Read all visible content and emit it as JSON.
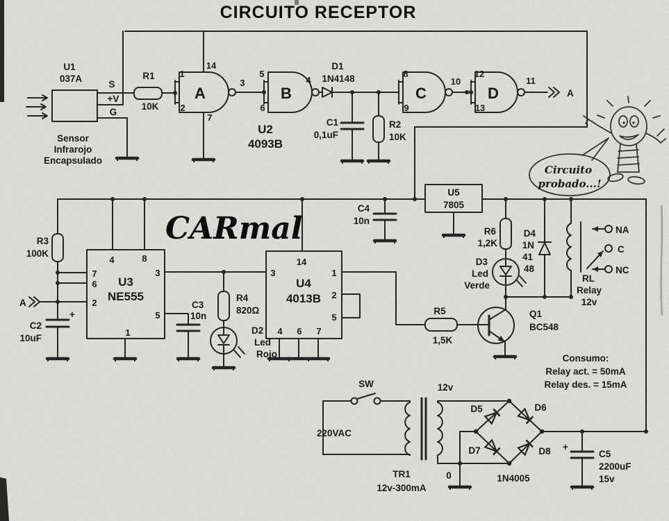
{
  "colors": {
    "ink": "#2a2a2a",
    "paper": "#faf9f4"
  },
  "title": "CIRCUITO RECEPTOR",
  "watermark": "CARmal",
  "cartoon": {
    "speech1": "Circuito",
    "speech2": "probado...!"
  },
  "sensor": {
    "ref": "U1",
    "part": "037A",
    "pin_s": "S",
    "pin_v": "+V",
    "pin_g": "G",
    "desc1": "Sensor",
    "desc2": "Infrarojo",
    "desc3": "Encapsulado"
  },
  "r1": {
    "ref": "R1",
    "value": "10K"
  },
  "u2": {
    "ref": "U2",
    "part": "4093B"
  },
  "gate_a": {
    "label": "A",
    "in1": "1",
    "in2": "2",
    "out": "3",
    "vcc": "14",
    "gnd": "7"
  },
  "gate_b": {
    "label": "B",
    "in1": "5",
    "in2": "6",
    "out": "4"
  },
  "gate_c": {
    "label": "C",
    "in1": "8",
    "in2": "9",
    "out": "10"
  },
  "gate_d": {
    "label": "D",
    "in1": "12",
    "in2": "13",
    "out": "11"
  },
  "d1": {
    "ref": "D1",
    "part": "1N4148"
  },
  "c1": {
    "ref": "C1",
    "value": "0,1uF"
  },
  "r2": {
    "ref": "R2",
    "value": "10K"
  },
  "net_a_out": "A",
  "net_a_in": "A",
  "u5": {
    "ref": "U5",
    "part": "7805"
  },
  "c4": {
    "ref": "C4",
    "value": "10n"
  },
  "r3": {
    "ref": "R3",
    "value": "100K"
  },
  "c2": {
    "ref": "C2",
    "value": "10uF",
    "polarity": "+"
  },
  "u3": {
    "ref": "U3",
    "part": "NE555",
    "p1": "1",
    "p2": "2",
    "p3": "3",
    "p4": "4",
    "p5": "5",
    "p6": "6",
    "p7": "7",
    "p8": "8"
  },
  "c3": {
    "ref": "C3",
    "value": "10n"
  },
  "r4": {
    "ref": "R4",
    "value": "820Ω"
  },
  "d2": {
    "ref": "D2",
    "desc1": "Led",
    "desc2": "Rojo"
  },
  "u4": {
    "ref": "U4",
    "part": "4013B",
    "p1": "1",
    "p2": "2",
    "p3": "3",
    "p4": "4",
    "p5": "5",
    "p6": "6",
    "p7": "7",
    "p14": "14"
  },
  "r6": {
    "ref": "R6",
    "value": "1,2K"
  },
  "d3": {
    "ref": "D3",
    "desc1": "Led",
    "desc2": "Verde"
  },
  "d4": {
    "ref": "D4",
    "part1": "1N",
    "part2": "41",
    "part3": "48"
  },
  "relay": {
    "ref": "RL",
    "name": "Relay",
    "voltage": "12v",
    "na": "NA",
    "c": "C",
    "nc": "NC"
  },
  "r5": {
    "ref": "R5",
    "value": "1,5K"
  },
  "q1": {
    "ref": "Q1",
    "part": "BC548"
  },
  "consumo": {
    "title": "Consumo:",
    "line1": "Relay act. = 50mA",
    "line2": "Relay des. = 15mA"
  },
  "power": {
    "sw": "SW",
    "mains": "220VAC",
    "tr_ref": "TR1",
    "tr_spec": "12v-300mA",
    "sec_v": "12v",
    "sec_0": "0",
    "d5": "D5",
    "d6": "D6",
    "d7": "D7",
    "d8": "D8",
    "bridge_part": "1N4005"
  },
  "c5": {
    "ref": "C5",
    "value": "2200uF",
    "voltage": "15v",
    "polarity": "+"
  }
}
